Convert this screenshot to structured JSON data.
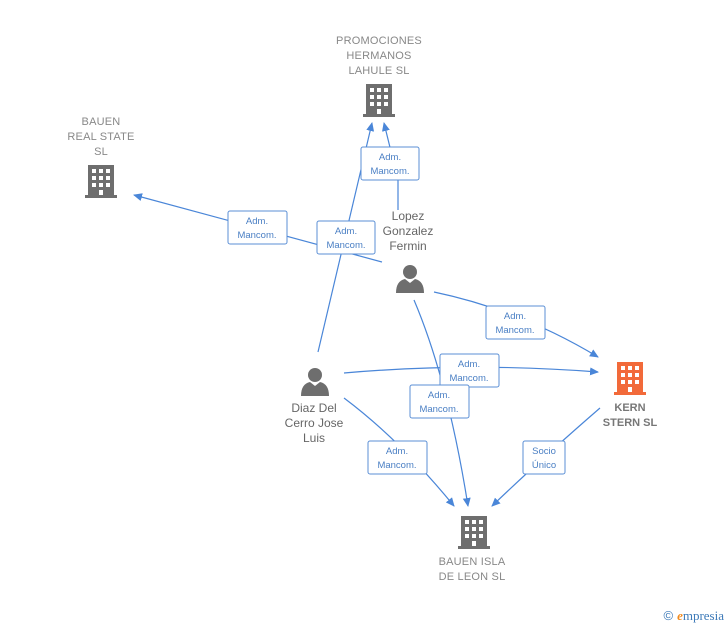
{
  "colors": {
    "edge": "#4a86d8",
    "company": "#6e6e6e",
    "focus_company": "#f26a3a",
    "person": "#6e6e6e"
  },
  "nodes": {
    "promociones": {
      "type": "company",
      "lines": [
        "PROMOCIONES",
        "HERMANOS",
        "LAHULE  SL"
      ]
    },
    "bauen_real_state": {
      "type": "company",
      "lines": [
        "BAUEN",
        "REAL STATE",
        "SL"
      ]
    },
    "kern_stern": {
      "type": "company",
      "focus": true,
      "lines": [
        "KERN",
        "STERN  SL"
      ]
    },
    "bauen_isla": {
      "type": "company",
      "lines": [
        "BAUEN ISLA",
        "DE LEON  SL"
      ]
    },
    "lopez": {
      "type": "person",
      "lines": [
        "Lopez",
        "Gonzalez",
        "Fermin"
      ]
    },
    "diaz": {
      "type": "person",
      "lines": [
        "Diaz Del",
        "Cerro Jose",
        "Luis"
      ]
    }
  },
  "edge_labels": {
    "lopez_promociones": [
      "Adm.",
      "Mancom."
    ],
    "lopez_bauen_real": [
      "Adm.",
      "Mancom."
    ],
    "diaz_promociones": [
      "Adm.",
      "Mancom."
    ],
    "lopez_kern": [
      "Adm.",
      "Mancom."
    ],
    "diaz_kern": [
      "Adm.",
      "Mancom."
    ],
    "lopez_bauen_isla": [
      "Adm.",
      "Mancom."
    ],
    "diaz_bauen_isla": [
      "Adm.",
      "Mancom."
    ],
    "kern_bauen_isla": [
      "Socio",
      "Único"
    ]
  },
  "footer": {
    "copyright": "©",
    "brand_initial": "e",
    "brand_rest": "mpresia"
  }
}
